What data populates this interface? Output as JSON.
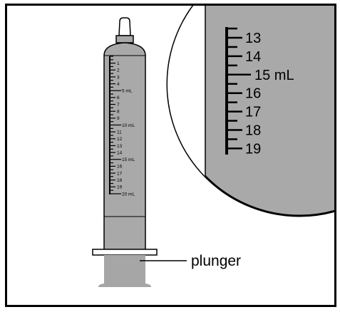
{
  "small_scale": {
    "labels": [
      "1",
      "2",
      "3",
      "4",
      "5 mL",
      "6",
      "7",
      "8",
      "9",
      "10 mL",
      "11",
      "12",
      "13",
      "14",
      "15 mL",
      "16",
      "17",
      "18",
      "19",
      "20 mL"
    ]
  },
  "zoom_scale": {
    "labels": [
      "13",
      "14",
      "15 mL",
      "16",
      "17",
      "18",
      "19"
    ]
  },
  "callout": {
    "plunger_label": "plunger"
  },
  "colors": {
    "frame": "#000000",
    "barrel_fill": "#a9a9a9",
    "plunger_fill": "#a6a6a6",
    "magnifier_fill": "#a9a9a9",
    "scale_ink": "#000000"
  }
}
